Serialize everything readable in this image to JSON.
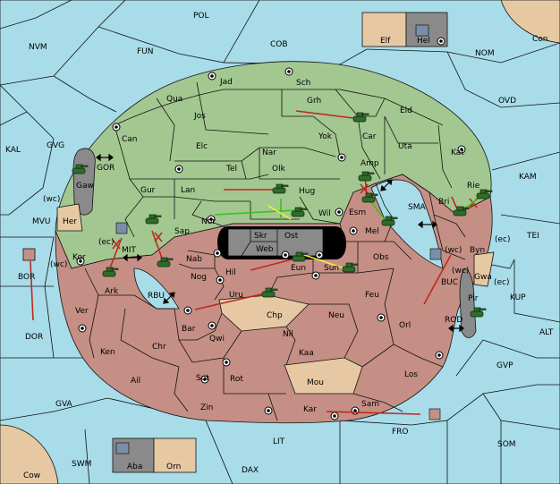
{
  "colors": {
    "sea": "#a8dce9",
    "green_power": "#a3c791",
    "red_power": "#c58f85",
    "neutral_land": "#e6c9a3",
    "impassable": "#8a8a8a",
    "order_move": "#c0281e",
    "order_support": "#35c41c",
    "order_convoy": "#f4ef36",
    "army_green": "#2f6b2a"
  },
  "labels": {
    "pol": "POL",
    "nvm": "NVM",
    "fun": "FUN",
    "cob": "COB",
    "nom": "NOM",
    "con": "Con",
    "elf": "Elf",
    "hel": "Hel",
    "ovd": "OVD",
    "kal": "KAL",
    "gvg": "GVG",
    "kam": "KAM",
    "gor": "GOR",
    "gaw": "Gaw",
    "wc1": "(wc)",
    "her": "Her",
    "mvu": "MVU",
    "mit": "MIT",
    "ec1": "(ec)",
    "kor": "Kor",
    "wc2": "(wc)",
    "bor": "BOR",
    "ark": "Ark",
    "rbu": "RBU",
    "dor": "DOR",
    "ver": "Ver",
    "ken": "Ken",
    "chr": "Chr",
    "ail": "Ail",
    "gva": "GVA",
    "swm": "SWM",
    "cow": "Cow",
    "aba": "Aba",
    "orn": "Orn",
    "dax": "DAX",
    "lit": "LIT",
    "zin": "Zin",
    "kar": "Kar",
    "sam": "Sam",
    "fro": "FRO",
    "som": "SOM",
    "gvp": "GVP",
    "alt": "ALT",
    "kup": "KUP",
    "tei": "TEI",
    "sma": "SMA",
    "rod": "ROD",
    "buc": "BUC",
    "pir": "Pir",
    "gwa": "Gwa",
    "ec2": "(ec)",
    "byn": "Byn",
    "wc3": "(wc)",
    "ec3": "(ec)",
    "wc4": "(wc)",
    "rie": "Rie",
    "bri": "Bri",
    "kat": "Kat",
    "uta": "Uta",
    "eld": "Eld",
    "grh": "Grh",
    "sch": "Sch",
    "jad": "Jad",
    "qua": "Qua",
    "jos": "Jos",
    "can": "Can",
    "elc": "Elc",
    "tel": "Tel",
    "nar": "Nar",
    "olk": "Olk",
    "yok": "Yok",
    "car": "Car",
    "amp": "Amp",
    "gur": "Gur",
    "lan": "Lan",
    "hug": "Hug",
    "esm": "Esm",
    "wil": "Wil",
    "nor": "Nor",
    "sap": "Sap",
    "skr": "Skr",
    "ost": "Ost",
    "web": "Web",
    "mel": "Mel",
    "nab": "Nab",
    "hil": "Hil",
    "eun": "Eun",
    "sun": "Sun",
    "obs": "Obs",
    "nog": "Nog",
    "uru": "Uru",
    "feu": "Feu",
    "chp": "Chp",
    "bar": "Bar",
    "qwi": "Qwi",
    "nil": "Nil",
    "neu": "Neu",
    "orl": "Orl",
    "kaa": "Kaa",
    "sot": "Sot",
    "rot": "Rot",
    "mou": "Mou",
    "los": "Los"
  }
}
